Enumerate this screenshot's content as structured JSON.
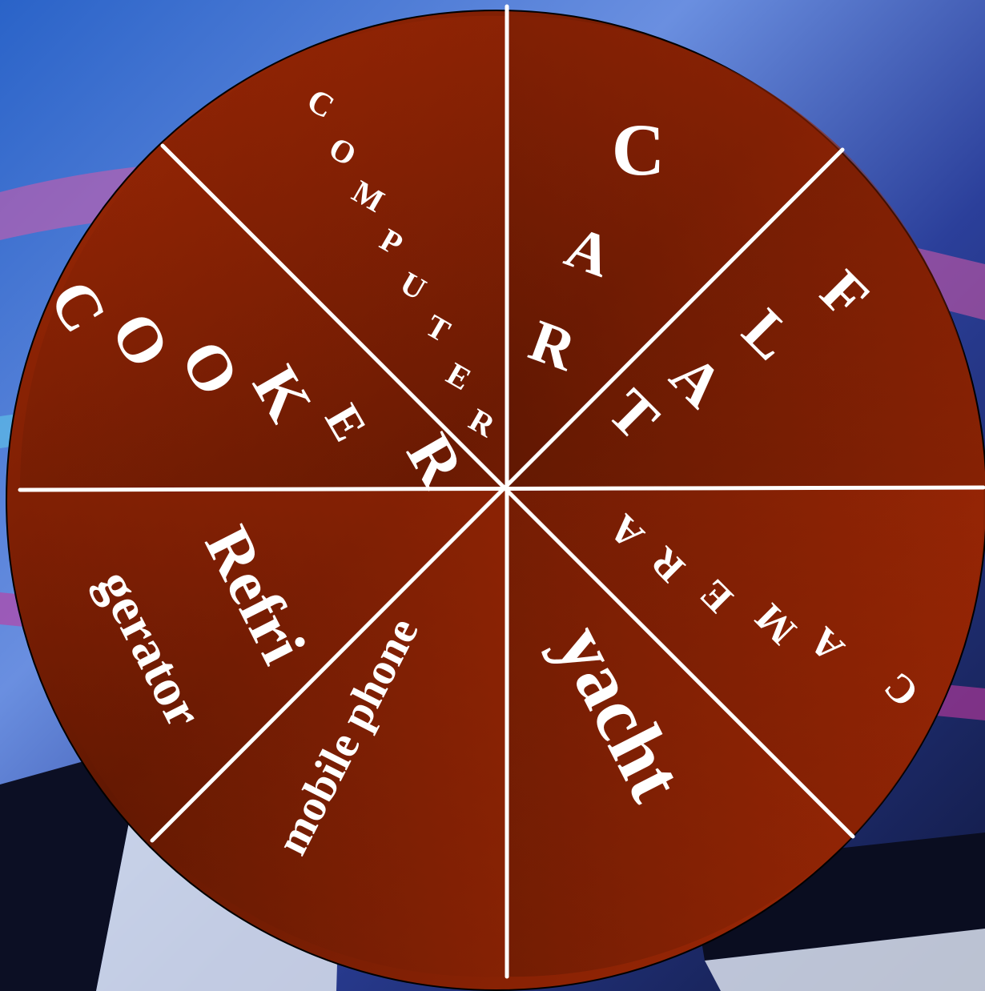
{
  "wheel": {
    "segments": [
      {
        "label": "CAR"
      },
      {
        "label": "FLAT"
      },
      {
        "label": "CAMERA"
      },
      {
        "label": "yacht"
      },
      {
        "label": "mobile phone"
      },
      {
        "label_line1": "Refri",
        "label_line2": "gerator"
      },
      {
        "label": "COOKER"
      },
      {
        "label": "COMPUTER"
      }
    ]
  }
}
